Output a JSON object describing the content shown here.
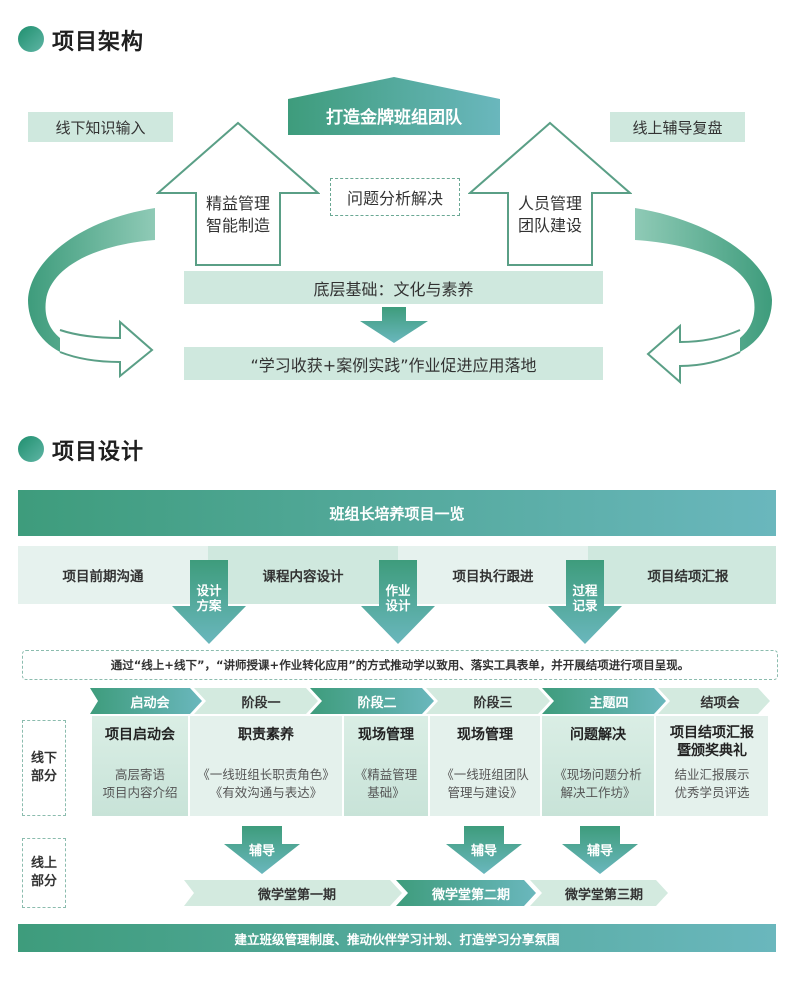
{
  "section1": {
    "title": "项目架构",
    "top_banner": "打造金牌班组团队",
    "left_label": "线下知识输入",
    "right_label": "线上辅导复盘",
    "left_house": [
      "精益管理",
      "智能制造"
    ],
    "right_house": [
      "人员管理",
      "团队建设"
    ],
    "center_box": "问题分析解决",
    "foundation": "底层基础：文化与素养",
    "landing": "“学习收获+案例实践”作业促进应用落地"
  },
  "section2": {
    "title": "项目设计",
    "overview": "班组长培养项目一览",
    "flow": [
      "项目前期沟通",
      "课程内容设计",
      "项目执行跟进",
      "项目结项汇报"
    ],
    "flow_arrows": [
      "设计\n方案",
      "作业\n设计",
      "过程\n记录"
    ],
    "method": "通过“线上+线下”，“讲师授课+作业转化应用”的方式推动学以致用、落实工具表单，并开展结项进行项目呈现。",
    "offline_label": "线下\n部分",
    "online_label": "线上\n部分",
    "phases": [
      "启动会",
      "阶段一",
      "阶段二",
      "阶段三",
      "主题四",
      "结项会"
    ],
    "cards": [
      {
        "title": "项目启动会",
        "desc": "高层寄语\n项目内容介绍"
      },
      {
        "title": "职责素养",
        "desc": "《一线班组长职责角色》\n《有效沟通与表达》"
      },
      {
        "title": "现场管理",
        "desc": "《精益管理\n基础》"
      },
      {
        "title": "现场管理",
        "desc": "《一线班组团队\n管理与建设》"
      },
      {
        "title": "问题解决",
        "desc": "《现场问题分析\n解决工作坊》"
      },
      {
        "title": "项目结项汇报\n暨颁奖典礼",
        "desc": "结业汇报展示\n优秀学员评选"
      }
    ],
    "coaching": [
      "辅导",
      "辅导",
      "辅导"
    ],
    "micro": [
      "微学堂第一期",
      "微学堂第二期",
      "微学堂第三期"
    ],
    "footer": "建立班级管理制度、推动伙伴学习计划、打造学习分享氛围"
  },
  "colors": {
    "accent_dark": "#3e9c7c",
    "accent_light": "#6ab7bd",
    "pale": "#cfe8de"
  }
}
